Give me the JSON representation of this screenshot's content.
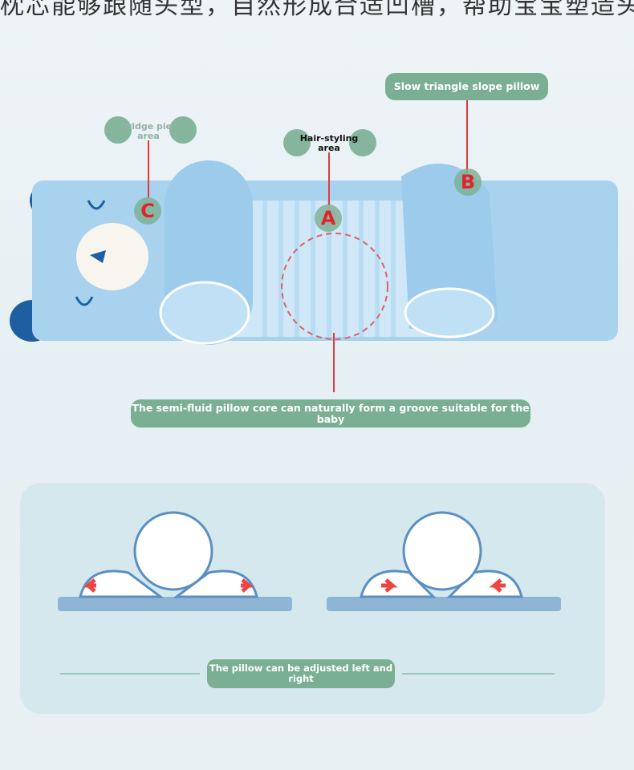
{
  "header": {
    "text": "枕芯能够跟随头型，自然形成合适凹槽，帮助宝宝塑造头型"
  },
  "callouts": {
    "slope": "Slow triangle slope pillow",
    "bridge": "Bridge pier area",
    "hair": "Hair-styling area",
    "core": "The semi-fluid pillow core can naturally form a groove suitable for the baby",
    "adjust": "The pillow can be adjusted left and right"
  },
  "markers": {
    "a": "A",
    "b": "B",
    "c": "C"
  },
  "colors": {
    "accent": "#7aaf94",
    "marker": "#e0242a",
    "pillow": "#a9d2ef",
    "panel": "#d5e8ee"
  }
}
